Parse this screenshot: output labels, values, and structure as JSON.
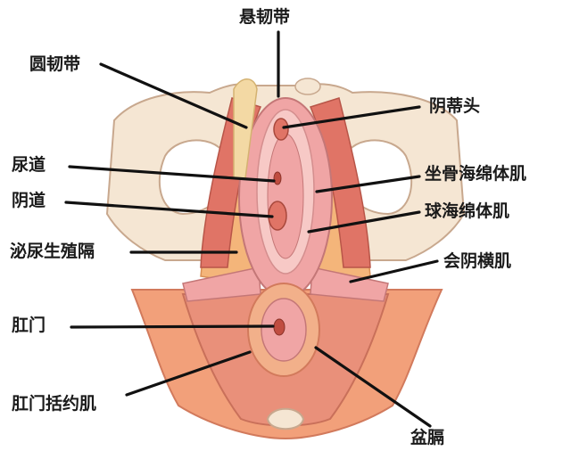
{
  "labels": {
    "suspensory_ligament": "悬韧带",
    "round_ligament": "圆韧带",
    "clitoris_glans": "阴蒂头",
    "urethra": "尿道",
    "ischiocavernosus": "坐骨海绵体肌",
    "vagina": "阴道",
    "bulbospongiosus": "球海绵体肌",
    "urogenital_diaphragm": "泌尿生殖隔",
    "transverse_perineal": "会阴横肌",
    "anus": "肛门",
    "anal_sphincter": "肛门括约肌",
    "pelvic_diaphragm": "盆膈"
  },
  "colors": {
    "bone": "#f5e6d3",
    "muscle_outer": "#f2a07a",
    "muscle_dark": "#e07466",
    "muscle_pink": "#f0a5a5",
    "inner_pink": "#f7c9c6",
    "yellow_ligament": "#f3d9a4",
    "orange_diaphragm": "#f4b57a",
    "line": "#111111"
  }
}
